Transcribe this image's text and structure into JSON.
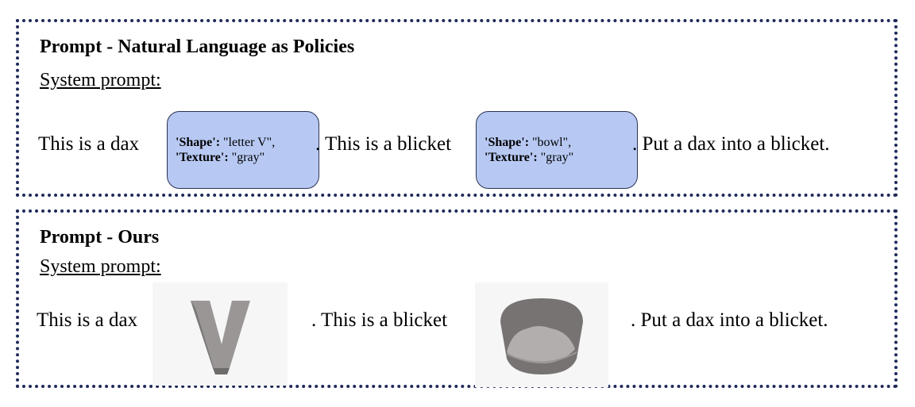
{
  "panels": [
    {
      "title": "Prompt - Natural Language as Policies",
      "subtitle": "System prompt:",
      "segments": {
        "t1": "This is a dax",
        "card1": {
          "shape_key": "'Shape':",
          "shape_val": " \"letter V\",",
          "texture_key": "'Texture':",
          "texture_val": " \"gray\""
        },
        "t2": ". This is a blicket",
        "card2": {
          "shape_key": "'Shape':",
          "shape_val": " \"bowl\",",
          "texture_key": "'Texture':",
          "texture_val": " \"gray\""
        },
        "t3": ". Put a dax into a blicket."
      }
    },
    {
      "title": "Prompt - Ours",
      "subtitle": "System prompt:",
      "segments": {
        "t1": "This is a dax",
        "image1": "letter-V-object-image",
        "t2": ". This is a blicket",
        "image2": "gray-bowl-object-image",
        "t3": ". Put a dax into a blicket."
      }
    }
  ],
  "colors": {
    "border": "#1f2a5a",
    "card_fill": "#b7c9f3",
    "object_gray": "#8c8888"
  }
}
